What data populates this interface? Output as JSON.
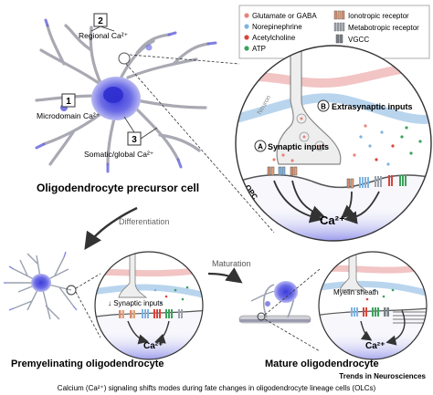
{
  "legend": {
    "items": [
      {
        "label": "Glutamate or GABA",
        "color": "#e8837a"
      },
      {
        "label": "Norepinephrine",
        "color": "#7fb3e0"
      },
      {
        "label": "Acetylcholine",
        "color": "#d9443a"
      },
      {
        "label": "ATP",
        "color": "#3aa35a"
      },
      {
        "label": "Ionotropic receptor",
        "color": "#d98a6a"
      },
      {
        "label": "Metabotropic receptor",
        "color": "#9aa3ad"
      },
      {
        "label": "VGCC",
        "color": "#7a7f86"
      }
    ]
  },
  "opc": {
    "marker_1": "1",
    "marker_2": "2",
    "marker_3": "3",
    "regional_label": "Regional Ca²⁺",
    "microdomain_label": "Microdomain Ca²⁺",
    "somatic_label": "Somatic/global Ca²⁺",
    "title": "Oligodendrocyte precursor cell"
  },
  "zoom": {
    "neuron_label": "Neuron",
    "opc_label": "OPC",
    "marker_a": "A",
    "synaptic_inputs": "Synaptic inputs",
    "marker_b": "B",
    "extrasynaptic_inputs": "Extrasynaptic inputs",
    "ca_label": "Ca²⁺"
  },
  "transitions": {
    "differentiation": "Differentiation",
    "maturation": "Maturation"
  },
  "premyelinating": {
    "synaptic_inputs": "↓ Synaptic inputs",
    "ca_label": "Ca²⁺",
    "title": "Premyelinating oligodendrocyte"
  },
  "mature": {
    "myelin_label": "Myelin sheath",
    "ca_label": "Ca²⁺",
    "title": "Mature oligodendrocyte"
  },
  "footer": {
    "brand": "Trends in Neurosciences",
    "caption": "Calcium (Ca²⁺) signaling shifts modes during fate changes in oligodendrocyte lineage cells (OLCs)"
  }
}
